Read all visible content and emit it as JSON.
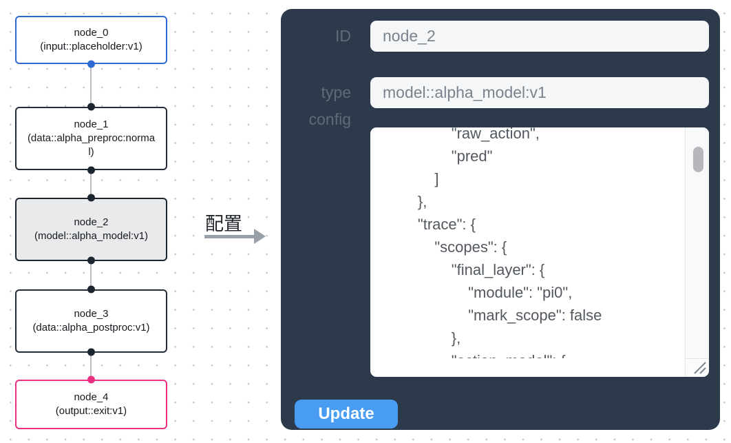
{
  "flow": {
    "nodes": [
      {
        "title": "node_0",
        "subtitle": "(input::placeholder:v1)"
      },
      {
        "title": "node_1",
        "subtitle": "(data::alpha_preproc:normal)"
      },
      {
        "title": "node_2",
        "subtitle": "(model::alpha_model:v1)"
      },
      {
        "title": "node_3",
        "subtitle": "(data::alpha_postproc:v1)"
      },
      {
        "title": "node_4",
        "subtitle": "(output::exit:v1)"
      }
    ],
    "annotation": {
      "label": "配置"
    }
  },
  "panel": {
    "id_field": {
      "label": "ID",
      "value": "node_2"
    },
    "type_field": {
      "label": "type",
      "value": "model::alpha_model:v1"
    },
    "config_field": {
      "label": "config",
      "lines": [
        "                \"raw_action\",",
        "                \"pred\"",
        "            ]",
        "        },",
        "        \"trace\": {",
        "            \"scopes\": {",
        "                \"final_layer\": {",
        "                    \"module\": \"pi0\",",
        "                    \"mark_scope\": false",
        "                },",
        "                \"action_model\": {"
      ]
    },
    "update_button": {
      "label": "Update"
    }
  },
  "colors": {
    "panel_bg": "#2d3a4b",
    "input_node_border": "#2e6ad1",
    "output_node_border": "#eb2f81",
    "default_node_border": "#232b36",
    "selected_node_bg": "#e9eaeb",
    "edge": "#b9bdc3",
    "update_button_bg": "#489df2"
  }
}
